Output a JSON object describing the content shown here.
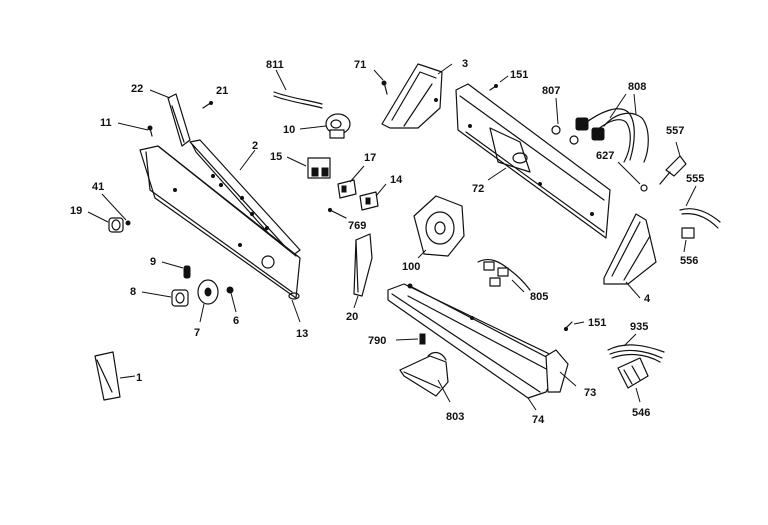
{
  "callouts": {
    "c1": "1",
    "c2": "2",
    "c3": "3",
    "c4": "4",
    "c6": "6",
    "c7": "7",
    "c8": "8",
    "c9": "9",
    "c10": "10",
    "c11": "11",
    "c13": "13",
    "c14": "14",
    "c15": "15",
    "c17": "17",
    "c19": "19",
    "c20": "20",
    "c21": "21",
    "c22": "22",
    "c41": "41",
    "c71": "71",
    "c72": "72",
    "c73": "73",
    "c74": "74",
    "c100": "100",
    "c151a": "151",
    "c151b": "151",
    "c546": "546",
    "c555": "555",
    "c556": "556",
    "c557": "557",
    "c627": "627",
    "c769": "769",
    "c790": "790",
    "c803": "803",
    "c805": "805",
    "c807": "807",
    "c808": "808",
    "c811": "811",
    "c935": "935"
  }
}
